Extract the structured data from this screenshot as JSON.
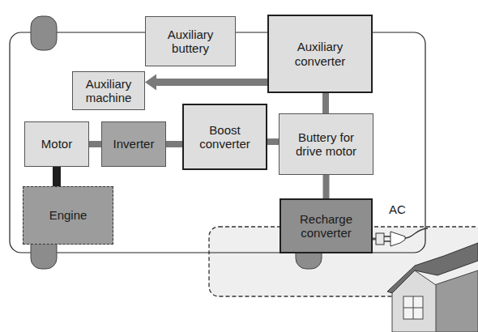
{
  "diagram": {
    "nodes": [
      {
        "text": [
          "Auxiliary buttery"
        ]
      },
      {
        "text": [
          "Auxiliary converter"
        ]
      },
      {
        "text": [
          "Auxiliary machine"
        ]
      },
      {
        "text": [
          "Motor"
        ]
      },
      {
        "text": [
          "Inverter"
        ]
      },
      {
        "text": [
          "Boost converter"
        ]
      },
      {
        "text": [
          "Buttery for drive motor"
        ]
      },
      {
        "text": [
          "Engine"
        ]
      },
      {
        "text": [
          "Recharge converter"
        ]
      }
    ],
    "edges": [
      {
        "from": 1,
        "to": 2,
        "arrow": "to"
      },
      {
        "from": 3,
        "to": 4,
        "arrow": "none"
      },
      {
        "from": 4,
        "to": 5,
        "arrow": "none"
      },
      {
        "from": 5,
        "to": 6,
        "arrow": "none"
      },
      {
        "from": 6,
        "to": 1,
        "arrow": "none"
      },
      {
        "from": 6,
        "to": 8,
        "arrow": "none"
      },
      {
        "from": 3,
        "to": 7,
        "arrow": "none"
      }
    ],
    "labels": [
      "AC"
    ]
  }
}
